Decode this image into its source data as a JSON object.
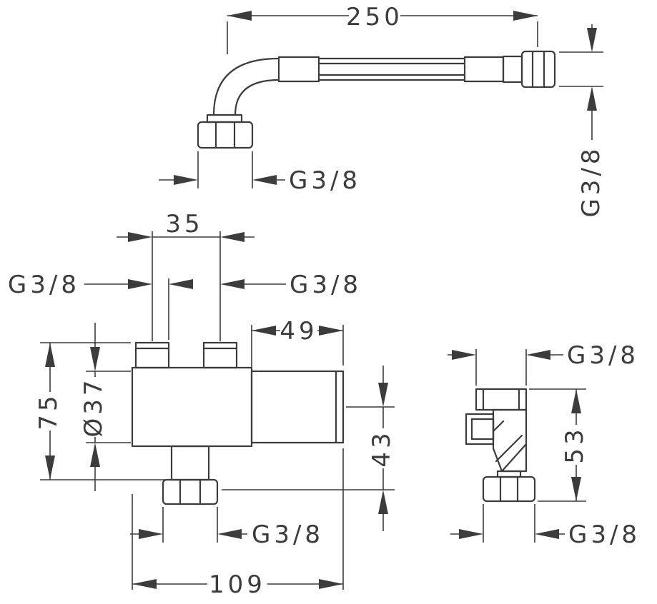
{
  "page": {
    "background": "#ffffff",
    "line_color": "#3c3c3c"
  },
  "hose_view": {
    "length": "250",
    "nut_thread": "G3/8",
    "elbow_thread": "G3/8"
  },
  "front_view": {
    "port_spacing": "35",
    "left_port_thread": "G3/8",
    "right_port_thread": "G3/8",
    "thermostat_length": "49",
    "total_height": "75",
    "body_diameter": "Ø37",
    "outlet_offset": "43",
    "outlet_thread": "G3/8",
    "total_width": "109"
  },
  "side_view": {
    "top_thread": "G3/8",
    "height": "53",
    "bottom_thread": "G3/8"
  }
}
